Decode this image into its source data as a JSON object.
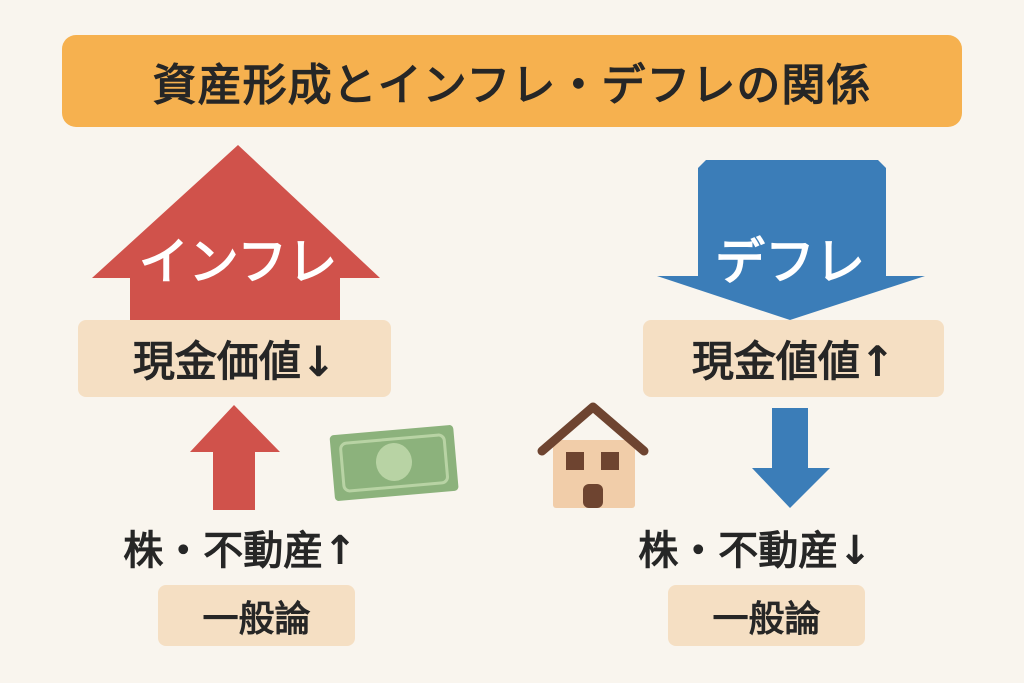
{
  "title": "資産形成とインフレ・デフレの関係",
  "inflation": {
    "arrow_label": "インフレ",
    "cash_value": "現金価値↓",
    "assets": "株・不動産↑",
    "note": "一般論",
    "color": "#d0524b"
  },
  "deflation": {
    "arrow_label": "デフレ",
    "cash_value": "現金値値↑",
    "assets": "株・不動産↓",
    "note": "一般論",
    "color": "#3b7db8"
  },
  "icons": [
    "banknote-icon",
    "house-icon"
  ]
}
